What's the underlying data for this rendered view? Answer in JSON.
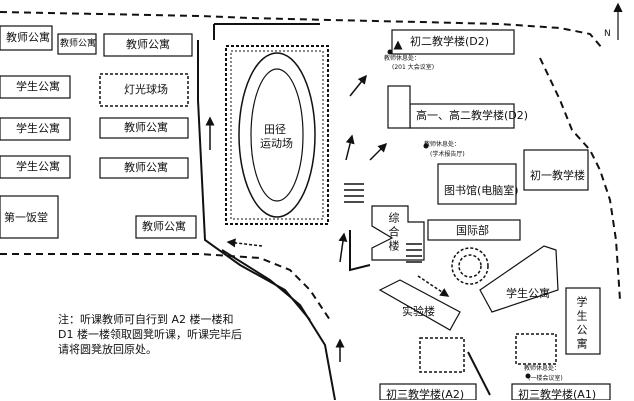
{
  "map": {
    "buildings": {
      "teacher_apt_1": "教师公寓",
      "teacher_apt_small": "教师公寓",
      "teacher_apt_2": "教师公寓",
      "student_apt_1": "学生公寓",
      "light_court": "灯光球场",
      "student_apt_2": "学生公寓",
      "teacher_apt_3": "教师公寓",
      "student_apt_3": "学生公寓",
      "teacher_apt_4": "教师公寓",
      "canteen_1": "第一饭堂",
      "teacher_apt_5": "教师公寓",
      "track_line1": "田径",
      "track_line2": "运动场",
      "building_d2_grade8": "初二教学楼(D2)",
      "building_d2_senior": "高一、高二教学楼(D2)",
      "library": "图书馆(电脑室)",
      "building_grade7": "初一教学楼",
      "international": "国际部",
      "student_apt_4": "学生公寓",
      "lab": "实验楼",
      "student_apt_vertical": "学生公寓",
      "comprehensive_vertical": "综合楼",
      "building_grade9": "初三教学楼(A2)",
      "building_a1": "初三教学楼(A1)"
    },
    "rest_points": {
      "p1_title": "教师休息处：",
      "p1_room": "(201 大会议室)",
      "p2_title": "教师休息处：",
      "p2_room": "(学术报告厅)",
      "p3_title": "教师休息处：",
      "p3_room": "(一楼会议室)"
    },
    "compass": "N",
    "note": "注：听课教师可自行到 A2 楼一楼和 D1 楼一楼领取圆凳听课，听课完毕后请将圆凳放回原处。"
  }
}
